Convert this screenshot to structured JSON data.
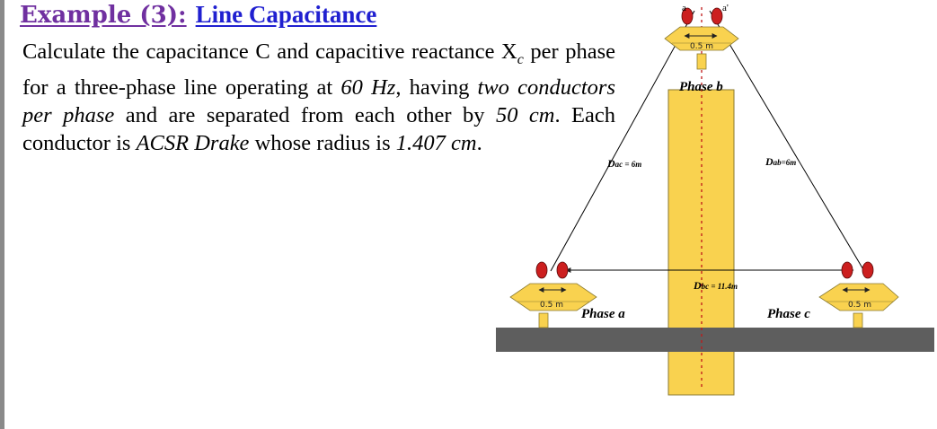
{
  "heading": {
    "example": "Example (3):",
    "topic": "Line Capacitance"
  },
  "problem": {
    "s1": "Calculate the capacitance C and capacitive reactance X",
    "sub_c": "c",
    "s2": " per phase for a three-phase line operating at ",
    "freq": "60 Hz",
    "s3": ", having ",
    "two": "two conductors per phase",
    "s4": " and are separated from each other by ",
    "sep": "50 cm",
    "s5": ". Each conductor is ",
    "cond": "ACSR Drake",
    "s6": " whose radius is ",
    "radius": "1.407 cm",
    "s7": "."
  },
  "diagram": {
    "phase_a": "Phase a",
    "phase_b": "Phase b",
    "phase_c": "Phase c",
    "dac_main": "D",
    "dac_sub": "ac",
    "dac_val": " = 6m",
    "dab_main": "D",
    "dab_sub": "ab",
    "dab_val": "=6m",
    "dbc_main": "D",
    "dbc_sub": "bc",
    "dbc_val": " = 11.4m",
    "spacing_b": "0.5 m",
    "spacing_a": "0.5 m",
    "spacing_c": "0.5 m",
    "cond_a": "a",
    "cond_a2": "a'"
  },
  "colors": {
    "pole": "#f9d24f",
    "ground": "#5e5e5e",
    "conductor": "#cc1f1f",
    "heading_purple": "#7030a0",
    "heading_blue": "#2020d0"
  }
}
